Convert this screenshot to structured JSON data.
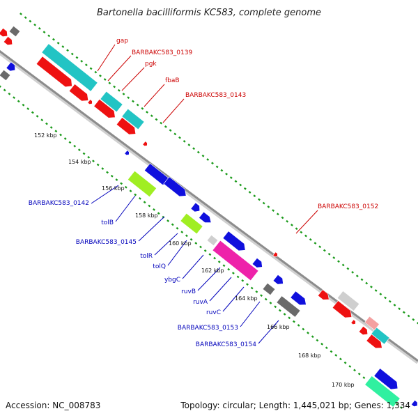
{
  "title": "Bartonella bacilliformis KC583, complete genome",
  "footer": {
    "accession": "Accession: NC_008783",
    "summary": "Topology: circular; Length: 1,445,021 bp; Genes: 1,334"
  },
  "colors": {
    "backbone": "#8c8c8c",
    "dots": "#1a9a1a",
    "red": "#ee1111",
    "blue": "#1010dd",
    "cyan": "#22c4c4",
    "green": "#a0ee22",
    "magenta": "#ee22aa",
    "gray": "#6a6a6a",
    "lightgray": "#cfcfcf",
    "pink": "#f4a0a0",
    "mint": "#30f0a0",
    "label_red": "#cc0000",
    "label_blue": "#0000bb"
  },
  "ticks": [
    "152 kbp",
    "154 kbp",
    "156 kbp",
    "158 kbp",
    "160 kbp",
    "162 kbp",
    "164 kbp",
    "166 kbp",
    "168 kbp",
    "170 kbp"
  ],
  "labels_top": [
    "gap",
    "BARBAKC583_0139",
    "pgk",
    "fbaB",
    "BARBAKC583_0143",
    "BARBAKC583_0152"
  ],
  "labels_bottom": [
    "BARBAKC583_0142",
    "tolB",
    "BARBAKC583_0145",
    "tolR",
    "tolQ",
    "ybgC",
    "ruvB",
    "ruvA",
    "ruvC",
    "BARBAKC583_0153",
    "BARBAKC583_0154"
  ]
}
